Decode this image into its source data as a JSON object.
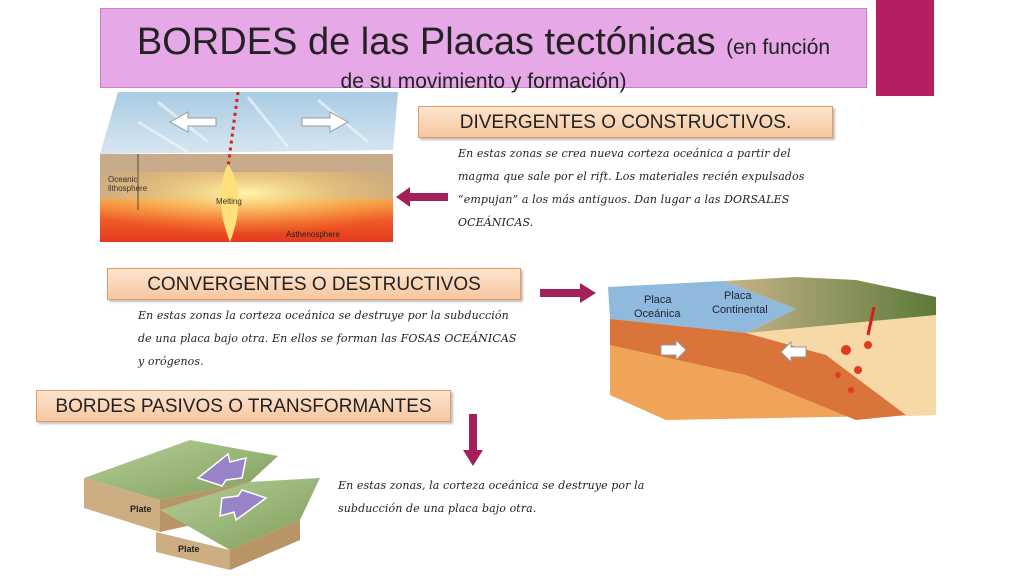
{
  "title": {
    "main": "BORDES de las Placas tectónicas",
    "paren": "(en función",
    "line2": "de su movimiento y formación)"
  },
  "sections": {
    "divergent": {
      "label": "DIVERGENTES O CONSTRUCTIVOS.",
      "text": "En estas zonas se crea nueva corteza oceánica a partir del magma que sale por el rift. Los materiales recién expulsados “empujan” a los más antiguos. Dan lugar a las DORSALES OCEÁNICAS.",
      "diagram": {
        "oceanic": "Oceanic",
        "lithosphere": "lithosphere",
        "melting": "Melting",
        "asthenosphere": "Asthenosphere"
      }
    },
    "convergent": {
      "label": "CONVERGENTES O DESTRUCTIVOS",
      "text": "En estas zonas la corteza oceánica se destruye por la subducción de una placa bajo otra. En ellos se forman las FOSAS OCEÁNICAS y orógenos.",
      "diagram": {
        "placa1": "Placa",
        "oceanica": "Oceánica",
        "placa2": "Placa",
        "continental": "Continental"
      }
    },
    "transform": {
      "label": "BORDES PASIVOS O TRANSFORMANTES",
      "text": "En estas zonas, la corteza oceánica se destruye por la subducción de una placa bajo otra.",
      "diagram": {
        "plate_top": "Plate",
        "plate_bottom": "Plate"
      }
    }
  },
  "colors": {
    "accent": "#b71e62",
    "title_bg": "#e6a8e6",
    "label_bg": "#f6c79f",
    "arrow": "#a3205a"
  }
}
